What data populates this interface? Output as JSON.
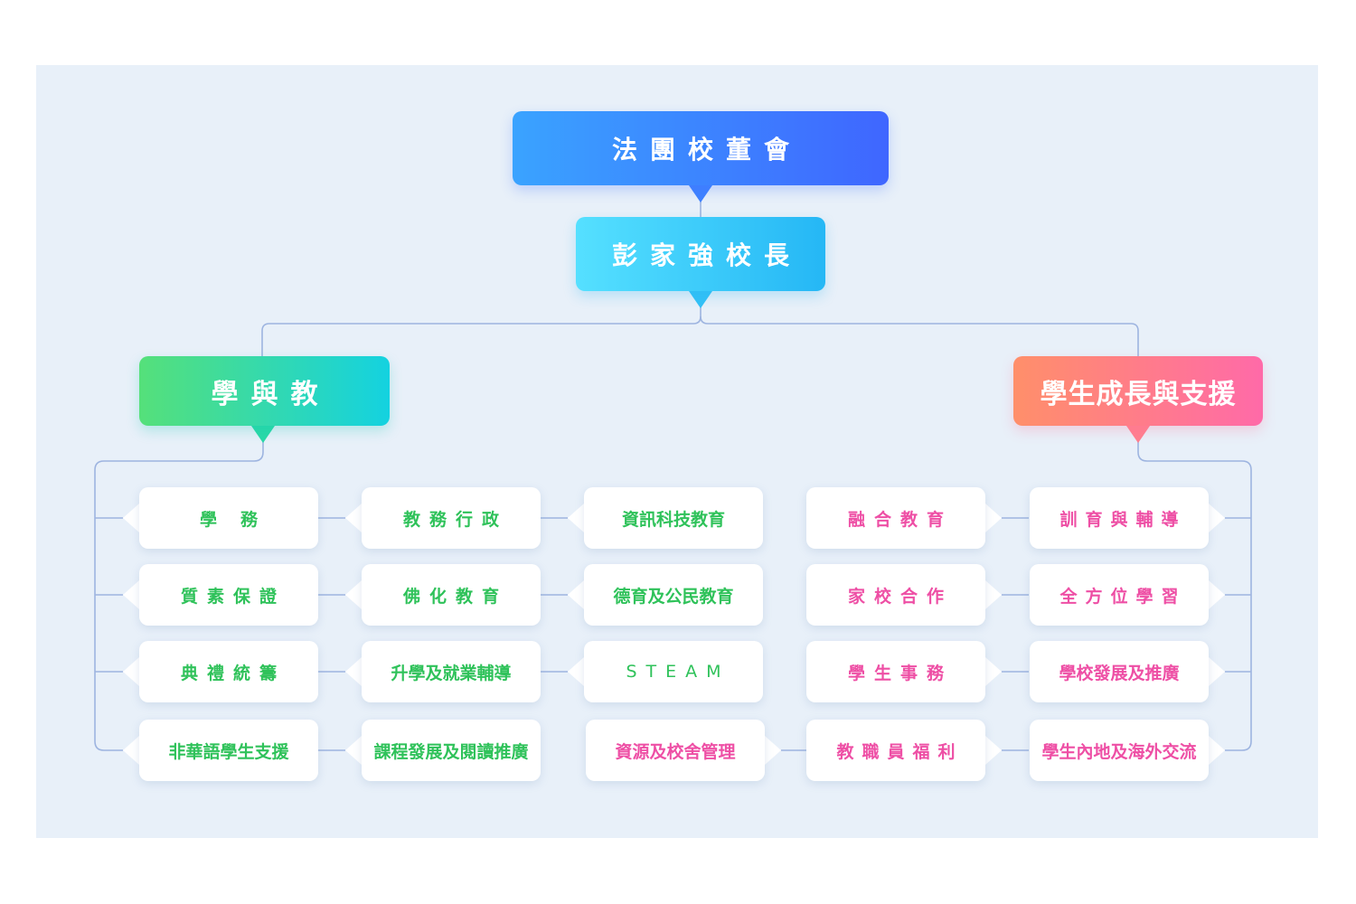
{
  "top": {
    "board": "法團校董會",
    "principal": "彭家強校長"
  },
  "branches": {
    "learning": "學與教",
    "growth": "學生成長與支援"
  },
  "learning_items": {
    "col1": [
      "學務",
      "質素保證",
      "典禮統籌",
      "非華語學生支援"
    ],
    "col2": [
      "教務行政",
      "佛化教育",
      "升學及就業輔導",
      "課程發展及閱讀推廣"
    ],
    "col3": [
      "資訊科技教育",
      "德育及公民教育",
      "STEAM",
      "資源及校舍管理"
    ]
  },
  "growth_items": {
    "col4": [
      "融合教育",
      "家校合作",
      "學生事務",
      "教職員福利"
    ],
    "col5": [
      "訓育與輔導",
      "全方位學習",
      "學校發展及推廣",
      "學生內地及海外交流"
    ]
  },
  "colors": {
    "panel": "#e8f0f9",
    "line": "#9db4e0",
    "learning_text": "#2fc25a",
    "growth_text": "#ee4fa5"
  }
}
